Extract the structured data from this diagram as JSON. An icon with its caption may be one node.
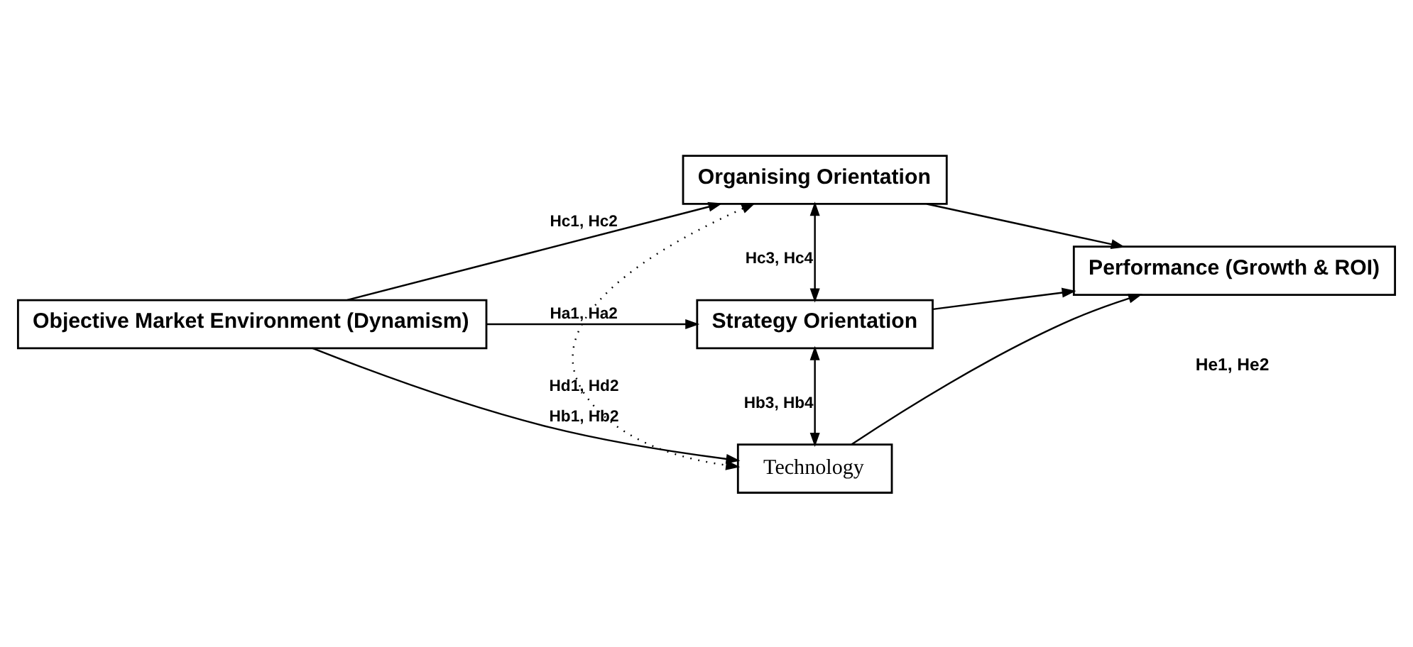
{
  "diagram": {
    "nodes": [
      {
        "text": [
          "Objective Market Environment (Dynamism)"
        ]
      },
      {
        "text": [
          "Organising Orientation"
        ]
      },
      {
        "text": [
          "Strategy Orientation"
        ]
      },
      {
        "text": [
          "Technology"
        ]
      },
      {
        "text": [
          "Performance (Growth & ROI)"
        ]
      }
    ],
    "edges": [
      {
        "from": 0,
        "to": 1,
        "arrow": "to",
        "label": "Hc1, Hc2"
      },
      {
        "from": 0,
        "to": 2,
        "arrow": "to",
        "label": "Ha1, Ha2"
      },
      {
        "from": 0,
        "to": 3,
        "arrow": "to",
        "label": "Hb1, Hb2"
      },
      {
        "from": 1,
        "to": 2,
        "arrow": "both",
        "label": "Hc3, Hc4"
      },
      {
        "from": 2,
        "to": 3,
        "arrow": "both",
        "label": "Hb3, Hb4"
      },
      {
        "from": 1,
        "to": 3,
        "arrow": "both",
        "style": "dashed",
        "label": "Hd1, Hd2"
      },
      {
        "from": 1,
        "to": 4,
        "arrow": "to"
      },
      {
        "from": 2,
        "to": 4,
        "arrow": "to"
      },
      {
        "from": 3,
        "to": 4,
        "arrow": "to"
      }
    ],
    "labels": [
      "He1, He2"
    ]
  }
}
